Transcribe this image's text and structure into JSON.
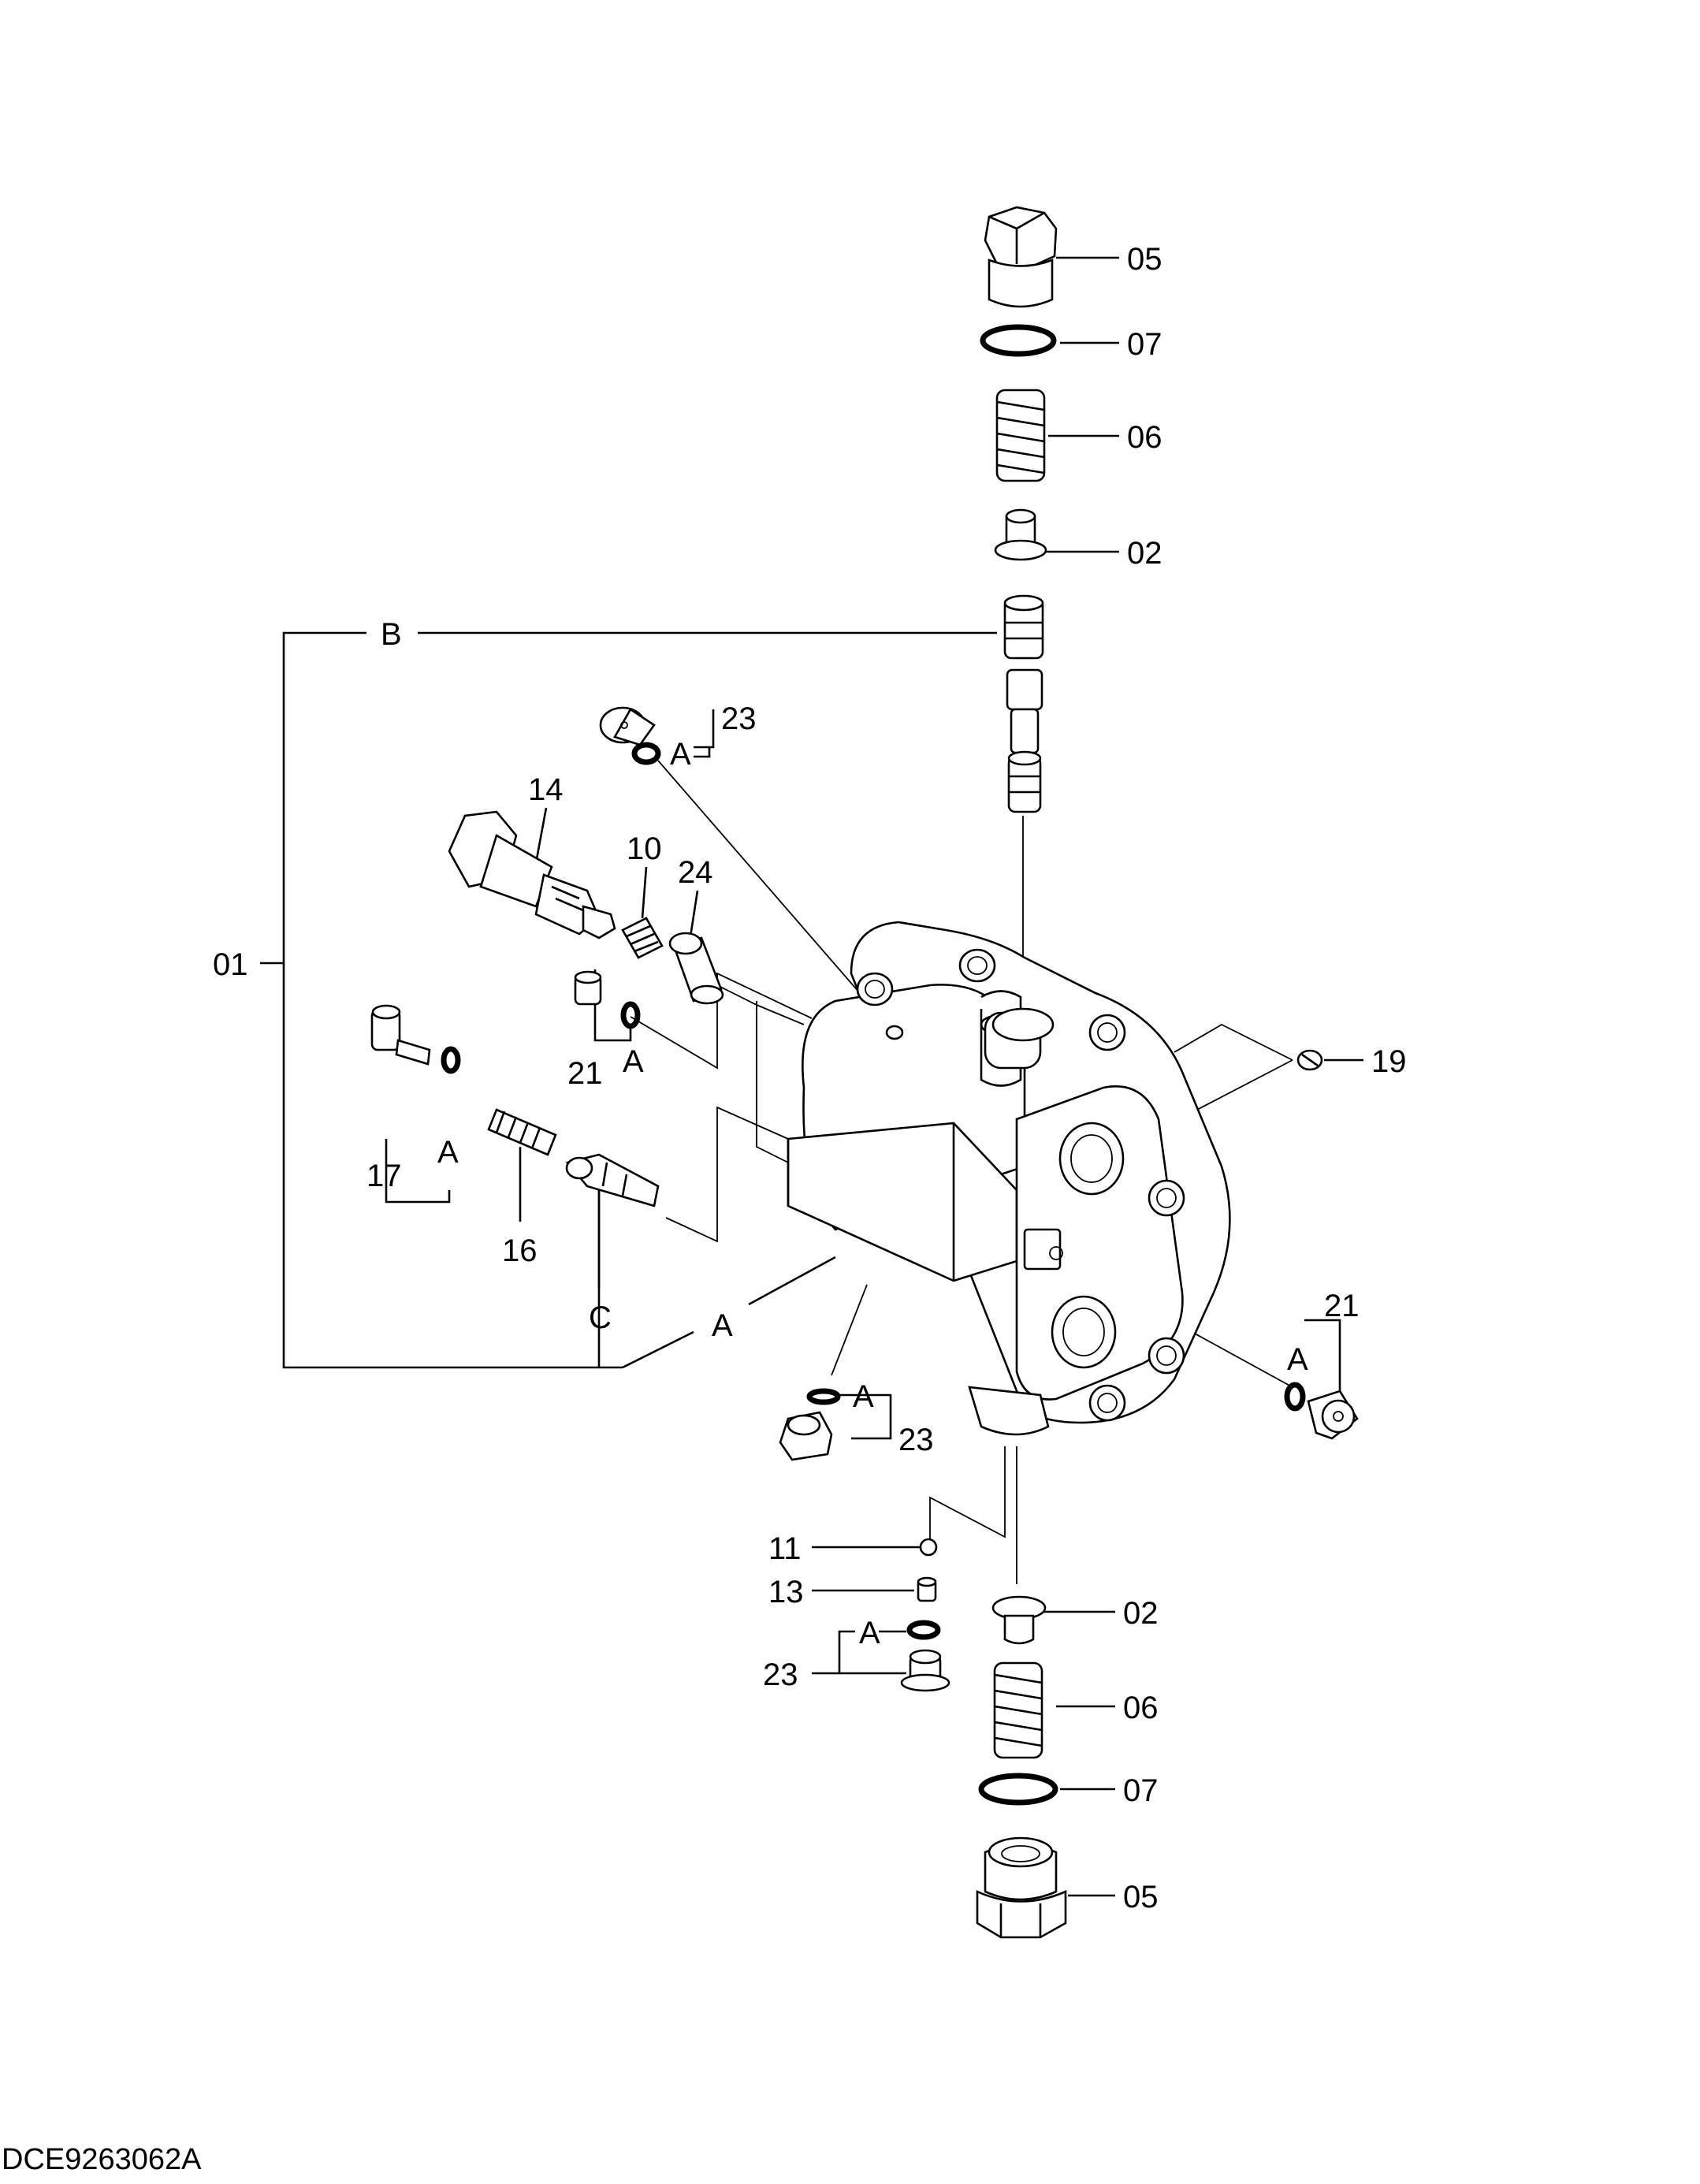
{
  "drawing_code": "DCE9263062A",
  "labels": {
    "p05_top": "05",
    "p07_top": "07",
    "p06_top": "06",
    "p02_top": "02",
    "group_B": "B",
    "p23_upper": "23",
    "a_23_upper": "A",
    "p14": "14",
    "p10": "10",
    "p24": "24",
    "p01": "01",
    "p21_left": "21",
    "a_21_left": "A",
    "p17": "17",
    "a_17": "A",
    "p16": "16",
    "group_C": "C",
    "group_A": "A",
    "p19": "19",
    "p21_right": "21",
    "a_21_right": "A",
    "a_23_mid": "A",
    "p23_mid": "23",
    "p11": "11",
    "p13": "13",
    "a_23_lower": "A",
    "p23_lower": "23",
    "p02_bottom": "02",
    "p06_bottom": "06",
    "p07_bottom": "07",
    "p05_bottom": "05"
  }
}
